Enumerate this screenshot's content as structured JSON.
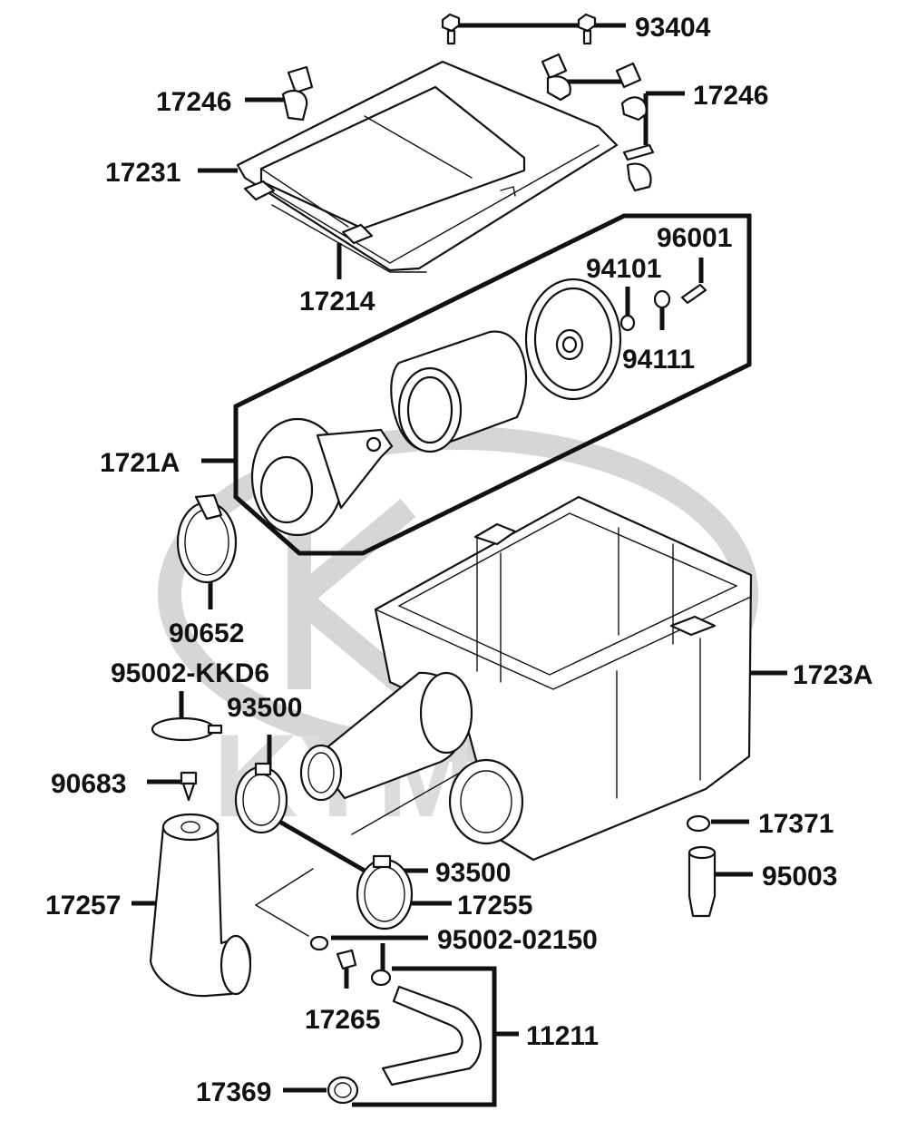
{
  "diagram": {
    "callouts": {
      "p93404": "93404",
      "p17246_left": "17246",
      "p17246_right": "17246",
      "p17231": "17231",
      "p17214": "17214",
      "p96001": "96001",
      "p94101": "94101",
      "p94111": "94111",
      "p1721A": "1721A",
      "p90652": "90652",
      "p95002_KKD6": "95002-KKD6",
      "p93500_upper": "93500",
      "p1723A": "1723A",
      "p90683": "90683",
      "p17371": "17371",
      "p95003": "95003",
      "p93500_lower": "93500",
      "p17257": "17257",
      "p17255": "17255",
      "p95002_02150": "95002-02150",
      "p17265": "17265",
      "p11211": "11211",
      "p17369": "17369"
    },
    "watermark_logo_text": "KYMCO"
  },
  "colors": {
    "ink": "#111111",
    "watermark": "#d6d6d6",
    "background": "#ffffff"
  }
}
